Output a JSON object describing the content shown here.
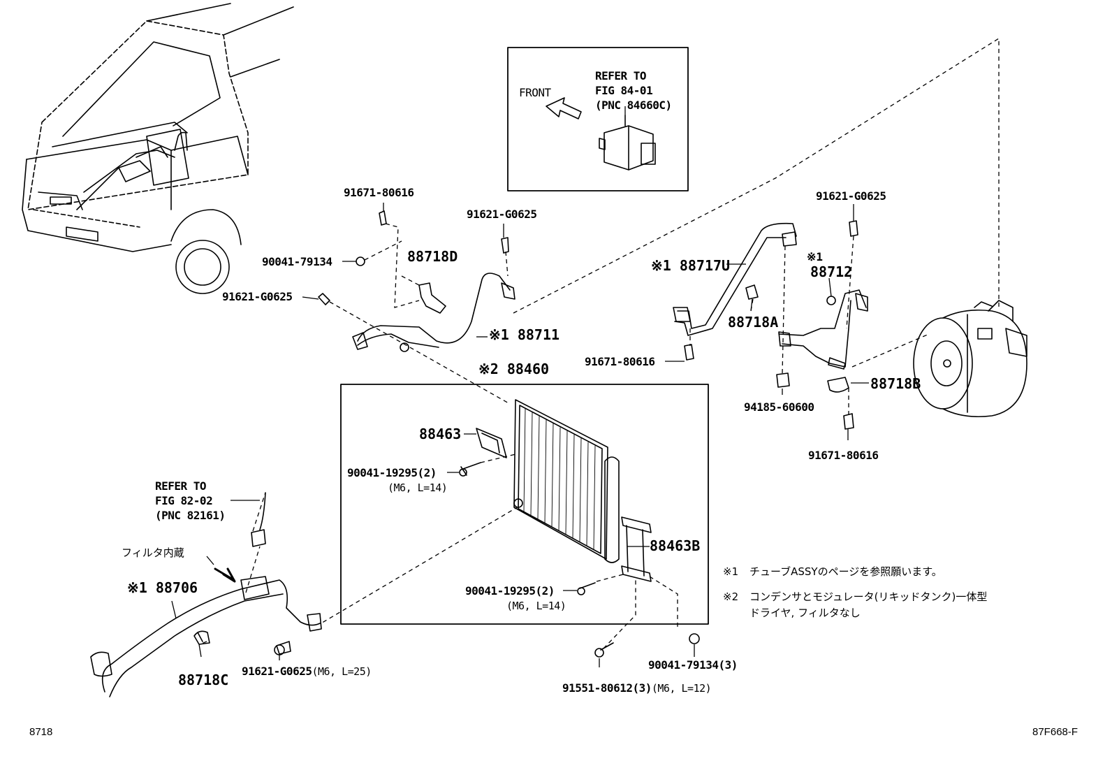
{
  "inset": {
    "front_label": "FRONT",
    "refer_lines": [
      "REFER TO",
      "FIG 84-01",
      "(PNC 84660C)"
    ]
  },
  "refer_82": [
    "REFER TO",
    "FIG 82-02",
    "(PNC 82161)"
  ],
  "filter_label": "フィルタ内蔵",
  "parts": {
    "p_91671_a": "91671-80616",
    "p_91621_a": "91621-G0625",
    "p_90041_a": "90041-79134",
    "p_88718D": "88718D",
    "p_91621_b": "91621-G0625",
    "p_88711": "※1 88711",
    "p_88460": "※2 88460",
    "p_88463": "88463",
    "p_90041_19295_a": "90041-19295(2)",
    "p_90041_19295_a_sub": "(M6, L=14)",
    "p_88463B": "88463B",
    "p_90041_19295_b": "90041-19295(2)",
    "p_90041_19295_b_sub": "(M6, L=14)",
    "p_88706": "※1 88706",
    "p_88718C": "88718C",
    "p_91621_c": "91621-G0625",
    "p_91621_c_sub": "(M6, L=25)",
    "p_91551": "91551-80612(3)",
    "p_91551_sub": "(M6, L=12)",
    "p_90041_79134_3": "90041-79134(3)",
    "p_88717U": "※1 88717U",
    "p_88712_mark": "※1",
    "p_88712": "88712",
    "p_91621_d": "91621-G0625",
    "p_88718A": "88718A",
    "p_91671_b": "91671-80616",
    "p_94185": "94185-60600",
    "p_88718B": "88718B",
    "p_91671_c": "91671-80616"
  },
  "notes": {
    "n1_mark": "※1",
    "n1_text": "チューブASSYのページを参照願います。",
    "n2_mark": "※2",
    "n2_text1": "コンデンサとモジュレータ(リキッドタンク)一体型",
    "n2_text2": "ドライヤ, フィルタなし"
  },
  "footer": {
    "left_code": "8718",
    "right_code": "87F668-F"
  }
}
